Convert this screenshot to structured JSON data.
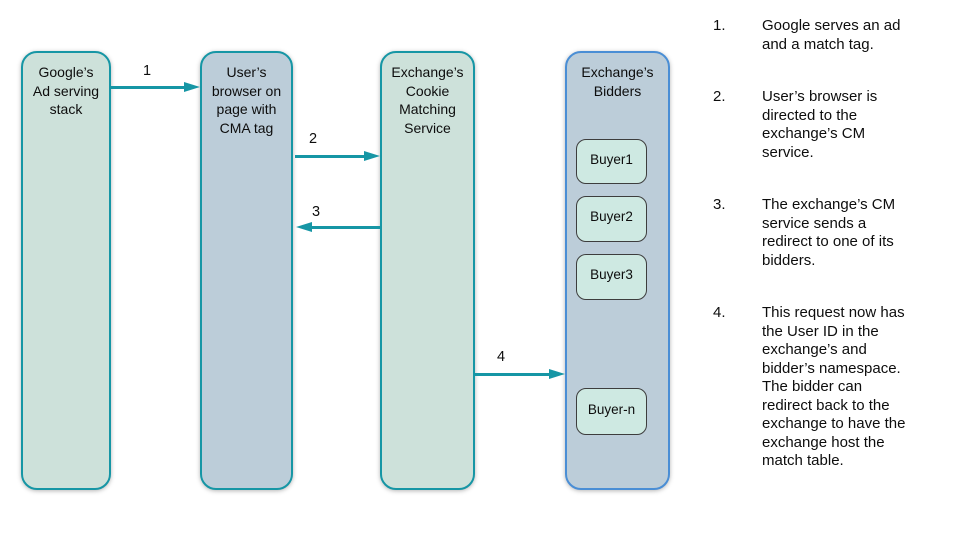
{
  "colors": {
    "lane_green_fill": "#cde1da",
    "lane_blue_fill": "#bccdd9",
    "teal_border_and_arrows": "#1696a5",
    "bidders_box_border": "#4a8ed5",
    "buyer_fill": "#cee9e2",
    "buyer_border": "#3d3d3d",
    "text": "#0d0d0d",
    "background": "#ffffff"
  },
  "diagram": {
    "boxes": [
      {
        "id": "google-ad-serving-stack",
        "title": "Google’s\nAd serving\nstack"
      },
      {
        "id": "user-browser",
        "title": "User’s\nbrowser on\npage with\nCMA tag"
      },
      {
        "id": "exchange-cookie-matching-service",
        "title": "Exchange’s\nCookie\nMatching\nService"
      },
      {
        "id": "exchange-bidders",
        "title": "Exchange’s\nBidders",
        "buyers": [
          "Buyer1",
          "Buyer2",
          "Buyer3",
          "Buyer-n"
        ]
      }
    ],
    "arrows": [
      {
        "label": "1",
        "from": "google-ad-serving-stack",
        "to": "user-browser",
        "direction": "right"
      },
      {
        "label": "2",
        "from": "user-browser",
        "to": "exchange-cookie-matching-service",
        "direction": "right"
      },
      {
        "label": "3",
        "from": "exchange-cookie-matching-service",
        "to": "user-browser",
        "direction": "left"
      },
      {
        "label": "4",
        "from": "exchange-cookie-matching-service",
        "to": "exchange-bidders",
        "direction": "right"
      }
    ]
  },
  "steps": {
    "items": [
      {
        "number": "1.",
        "text": "Google serves an ad\nand a match tag."
      },
      {
        "number": "2.",
        "text": "User’s browser is\ndirected to the\nexchange’s CM\nservice."
      },
      {
        "number": "3.",
        "text": "The exchange’s CM\nservice sends a\nredirect to one of its\nbidders."
      },
      {
        "number": "4.",
        "text": "This request now has\nthe User ID in the\nexchange’s and\nbidder’s namespace.\nThe bidder can\nredirect back to the\nexchange to have the\nexchange host the\nmatch table."
      }
    ]
  }
}
